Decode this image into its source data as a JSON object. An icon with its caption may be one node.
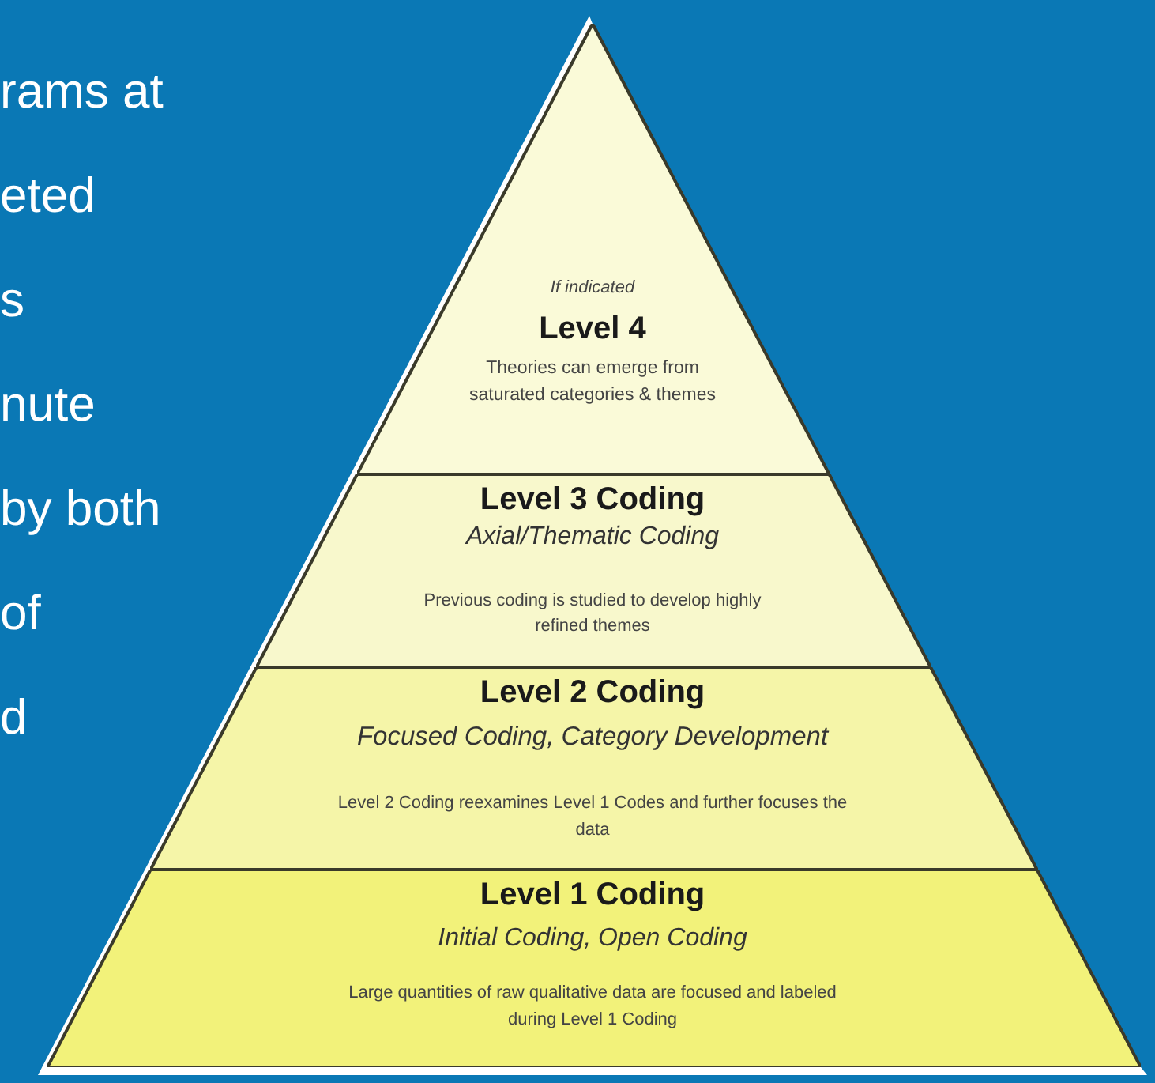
{
  "diagram": {
    "nodes": [
      {
        "text": [
          "If indicated",
          "Level 4",
          "Theories can emerge from saturated categories & themes"
        ]
      },
      {
        "text": [
          "Level 3 Coding",
          "Axial/Thematic Coding",
          "Previous coding is studied to develop highly refined themes"
        ]
      },
      {
        "text": [
          "Level 2 Coding",
          "Focused Coding, Category Development",
          "Level 2 Coding reexamines Level 1 Codes and further focuses the data"
        ]
      },
      {
        "text": [
          "Level 1 Coding",
          "Initial Coding, Open Coding",
          "Large quantities of raw qualitative data are focused and labeled during Level 1 Coding"
        ]
      }
    ],
    "labels": [
      "rams at",
      "eted",
      "s",
      "nute",
      "by both",
      "of",
      "d"
    ]
  }
}
